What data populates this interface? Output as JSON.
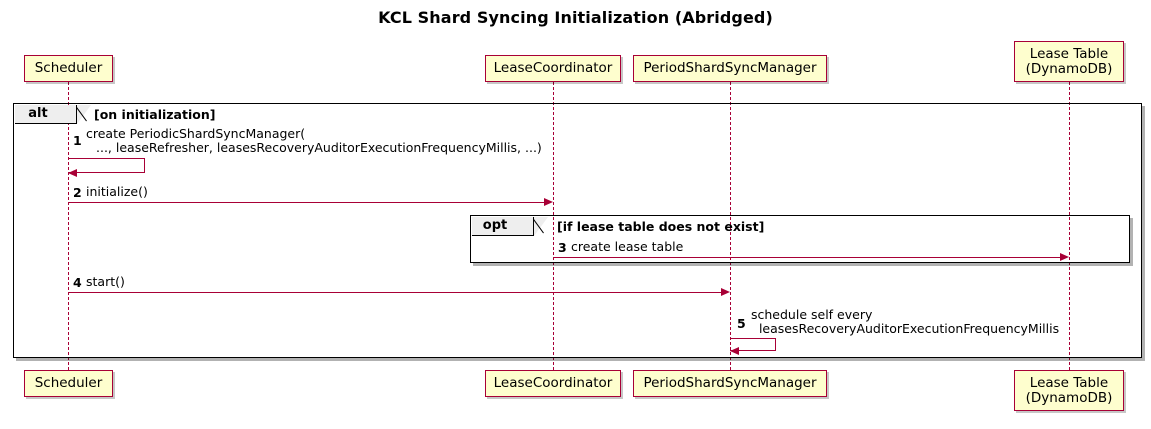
{
  "diagram": {
    "title": "KCL Shard Syncing Initialization (Abridged)",
    "type": "sequence-diagram",
    "colors": {
      "participant_fill": "#FEFECE",
      "participant_border": "#A80036",
      "arrow": "#A80036",
      "fragment_border": "#000000",
      "fragment_label_fill": "#EEEEEE",
      "background": "#FFFFFF"
    }
  },
  "participants": [
    {
      "id": "scheduler",
      "label": "Scheduler"
    },
    {
      "id": "leasecoord",
      "label": "LeaseCoordinator"
    },
    {
      "id": "psyncmgr",
      "label": "PeriodShardSyncManager"
    },
    {
      "id": "leasetable",
      "label": "Lease Table\n(DynamoDB)"
    }
  ],
  "fragments": [
    {
      "id": "alt-on-init",
      "operator": "alt",
      "guard": "[on initialization]"
    },
    {
      "id": "opt-create-table",
      "operator": "opt",
      "guard": "[if lease table does not exist]"
    }
  ],
  "messages": [
    {
      "number": "1",
      "from": "scheduler",
      "to": "scheduler",
      "kind": "self",
      "text_line1": "create PeriodicShardSyncManager(",
      "text_line2": "..., leaseRefresher, leasesRecoveryAuditorExecutionFrequencyMillis, ...)"
    },
    {
      "number": "2",
      "from": "scheduler",
      "to": "leasecoord",
      "kind": "call",
      "text_line1": "initialize()",
      "text_line2": ""
    },
    {
      "number": "3",
      "from": "leasecoord",
      "to": "leasetable",
      "kind": "call",
      "text_line1": "create lease table",
      "text_line2": ""
    },
    {
      "number": "4",
      "from": "scheduler",
      "to": "psyncmgr",
      "kind": "call",
      "text_line1": "start()",
      "text_line2": ""
    },
    {
      "number": "5",
      "from": "psyncmgr",
      "to": "psyncmgr",
      "kind": "self",
      "text_line1": "schedule self every",
      "text_line2": "  leasesRecoveryAuditorExecutionFrequencyMillis"
    }
  ]
}
